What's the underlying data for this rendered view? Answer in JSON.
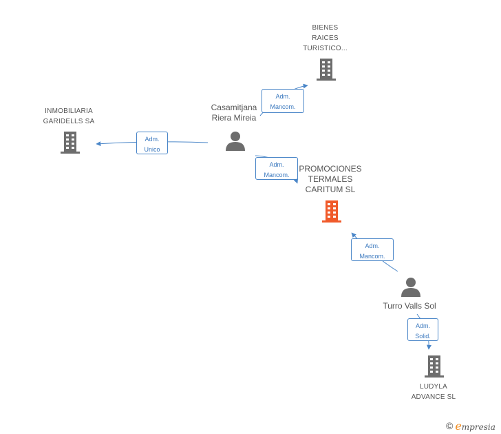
{
  "nodes": {
    "bienes": {
      "label": "BIENES\nRAICES\nTURISTICO..."
    },
    "inmobiliaria": {
      "label": "INMOBILIARIA\nGARIDELLS SA"
    },
    "casamitjana": {
      "label": "Casamitjana\nRiera Mireia"
    },
    "promociones": {
      "label": "PROMOCIONES\nTERMALES\nCARITUM SL"
    },
    "turro": {
      "label": "Turro Valls Sol"
    },
    "ludyla": {
      "label": "LUDYLA\nADVANCE SL"
    }
  },
  "edges": {
    "to_bienes": "Adm.\nMancom.",
    "to_inmobiliaria": "Adm.\nUnico",
    "to_promociones_from_casamitjana": "Adm.\nMancom.",
    "to_promociones_from_turro": "Adm.\nMancom.",
    "to_ludyla": "Adm.\nSolid."
  },
  "colors": {
    "company": "#6d6d6d",
    "main_company": "#f05a2a",
    "person": "#6d6d6d",
    "edge": "#4a86c8"
  },
  "watermark": {
    "copyright": "©",
    "brand_initial": "e",
    "brand_rest": "mpresia"
  }
}
